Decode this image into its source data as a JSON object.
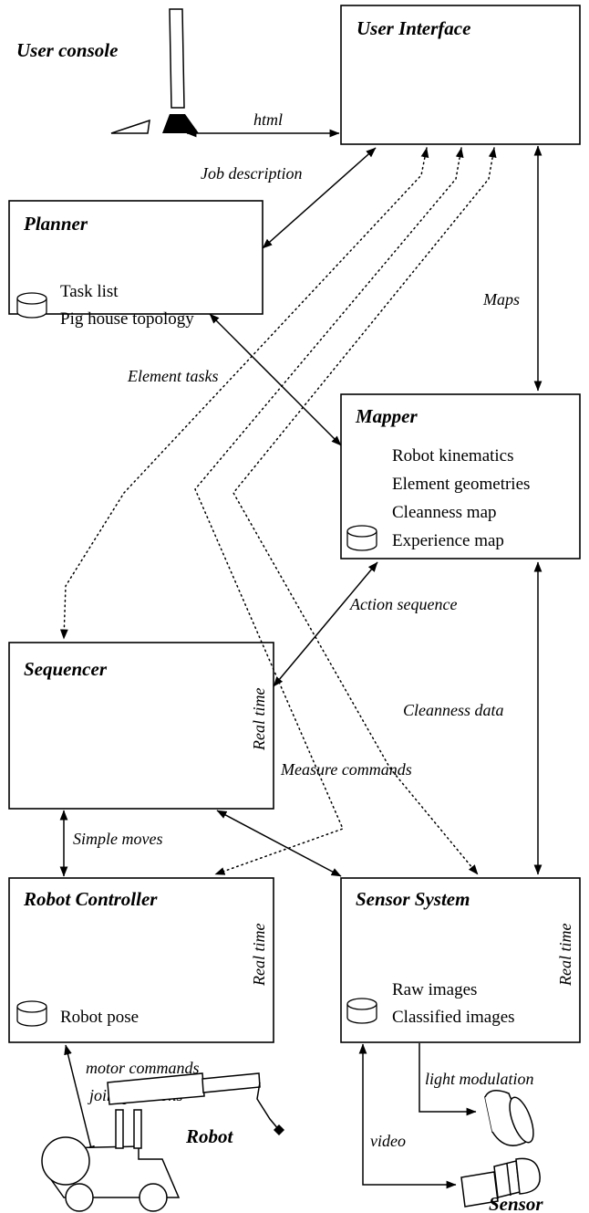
{
  "user_console": {
    "title": "User console"
  },
  "user_interface": {
    "title": "User Interface"
  },
  "planner": {
    "title": "Planner",
    "items": [
      "Task list",
      "Pig house topology"
    ]
  },
  "mapper": {
    "title": "Mapper",
    "items": [
      "Robot kinematics",
      "Element geometries",
      "Cleanness map",
      "Experience map"
    ]
  },
  "sequencer": {
    "title": "Sequencer",
    "realtime": "Real time"
  },
  "robot_controller": {
    "title": "Robot Controller",
    "realtime": "Real time",
    "items": [
      "Robot pose"
    ]
  },
  "sensor_system": {
    "title": "Sensor System",
    "realtime": "Real time",
    "items": [
      "Raw images",
      "Classified images"
    ]
  },
  "robot": {
    "title": "Robot"
  },
  "sensor": {
    "title": "Sensor"
  },
  "labels": {
    "html": "html",
    "job_description": "Job description",
    "maps": "Maps",
    "element_tasks": "Element tasks",
    "action_sequence": "Action sequence",
    "cleanness_data": "Cleanness data",
    "simple_moves": "Simple moves",
    "measure_commands": "Measure commands",
    "motor_commands": "motor commands",
    "joint_positions": "joint positions",
    "light_modulation": "light modulation",
    "video": "video"
  }
}
